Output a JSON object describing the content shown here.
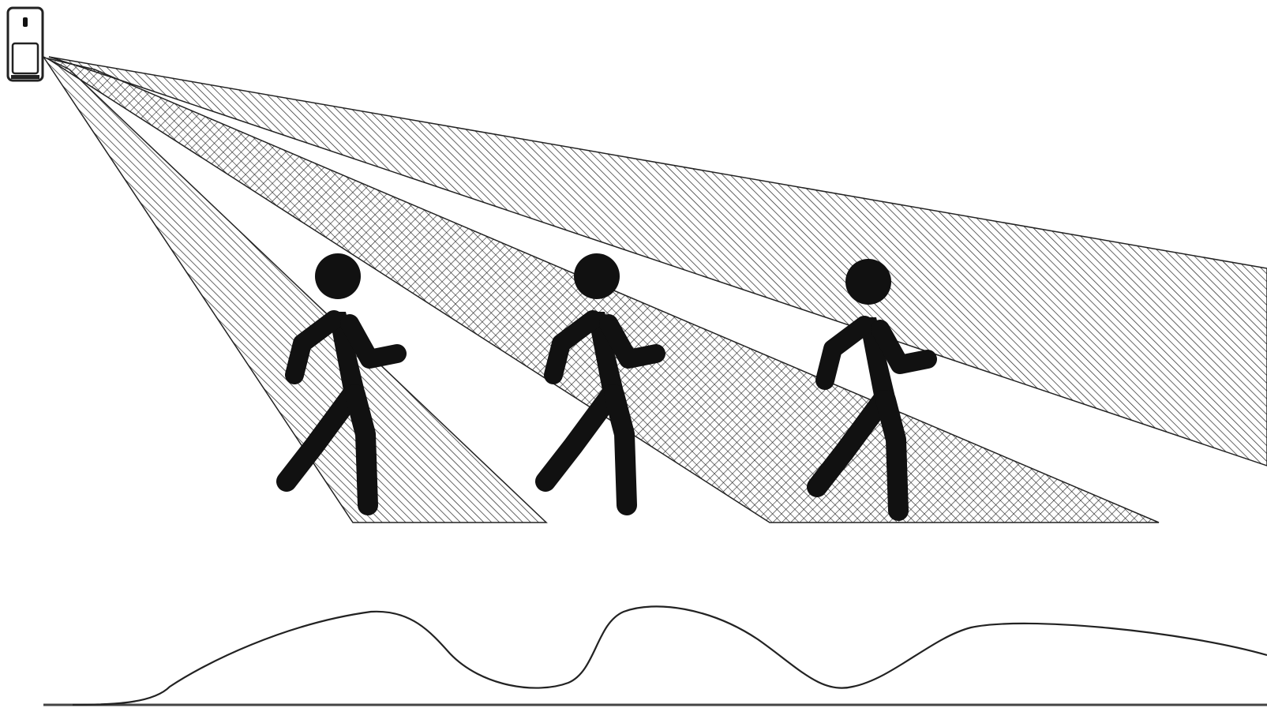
{
  "diagram": {
    "sensor": {
      "icon": "pir-motion-sensor-icon"
    },
    "detection_zones": [
      {
        "id": "zone-1",
        "pattern": "diagonal-hatch"
      },
      {
        "id": "zone-2",
        "pattern": "cross-hatch"
      },
      {
        "id": "zone-3",
        "pattern": "diagonal-hatch"
      }
    ],
    "figures": [
      {
        "id": "walker-1",
        "icon": "walking-person-icon"
      },
      {
        "id": "walker-2",
        "icon": "walking-person-icon"
      },
      {
        "id": "walker-3",
        "icon": "walking-person-icon"
      }
    ],
    "signal": {
      "icon": "signal-waveform"
    },
    "colors": {
      "ink": "#111111",
      "paper": "#ffffff",
      "hatch": "#222222"
    }
  }
}
